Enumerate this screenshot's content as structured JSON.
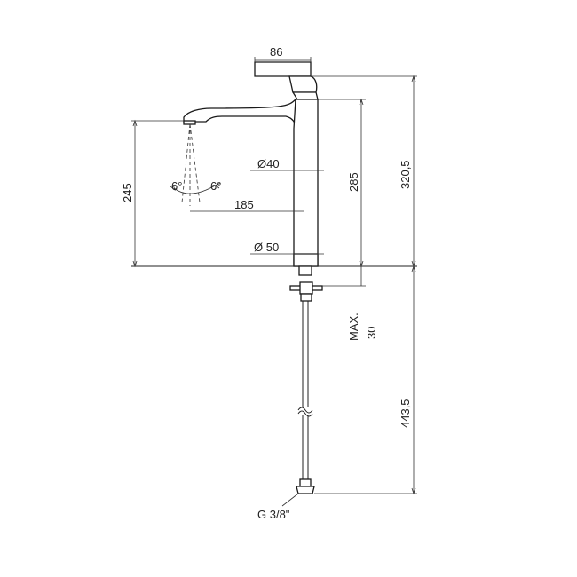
{
  "dimensions": {
    "lever_width": "86",
    "spout_diameter": "Ø40",
    "body_diameter": "Ø 50",
    "spout_reach": "185",
    "spout_height": "245",
    "body_height": "285",
    "total_height": "320,5",
    "max_thickness": "MAX.\n30",
    "max_label": "MAX.",
    "max_value": "30",
    "hose_length": "443,5",
    "spray_angle_left": "6°",
    "spray_angle_right": "6°",
    "connection": "G 3/8\""
  },
  "colors": {
    "line": "#222222",
    "background": "#ffffff"
  }
}
